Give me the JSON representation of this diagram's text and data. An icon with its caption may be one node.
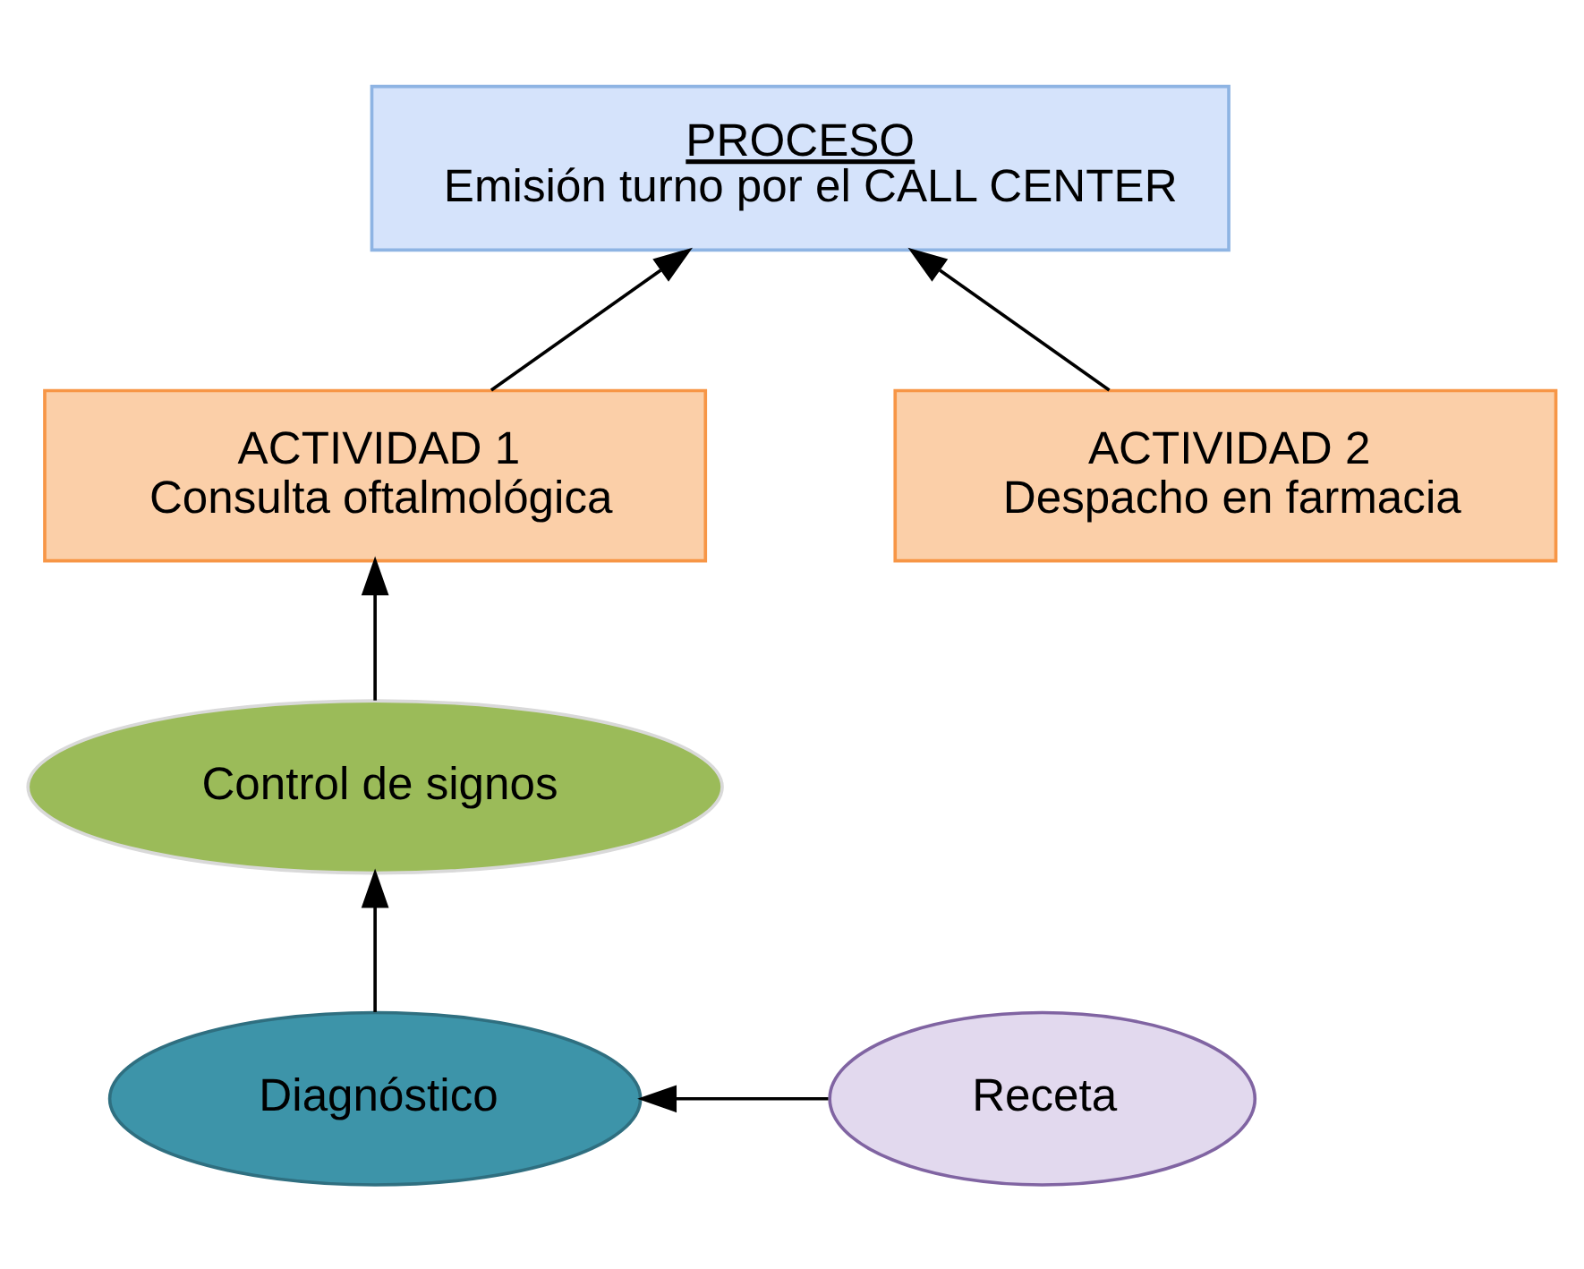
{
  "diagram": {
    "nodes": [
      {
        "text": [
          "PROCESO",
          "Emisión turno por el CALL CENTER"
        ]
      },
      {
        "text": [
          "ACTIVIDAD 1",
          "Consulta oftalmológica"
        ]
      },
      {
        "text": [
          "ACTIVIDAD 2",
          "Despacho en farmacia"
        ]
      },
      {
        "text": [
          "Control de signos"
        ]
      },
      {
        "text": [
          "Diagnóstico"
        ]
      },
      {
        "text": [
          "Receta"
        ]
      }
    ],
    "edges": [
      {
        "from": 1,
        "to": 0,
        "arrow": "to"
      },
      {
        "from": 2,
        "to": 0,
        "arrow": "to"
      },
      {
        "from": 3,
        "to": 1,
        "arrow": "to"
      },
      {
        "from": 4,
        "to": 3,
        "arrow": "to"
      },
      {
        "from": 5,
        "to": 4,
        "arrow": "to"
      }
    ]
  }
}
